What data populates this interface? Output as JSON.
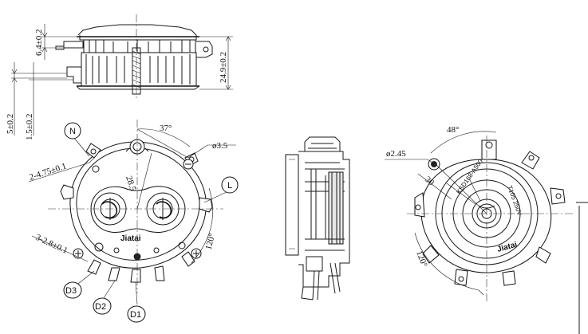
{
  "dimensions": {
    "top_height_6_4": "6.4±0.2",
    "total_height_24_9": "24.9±0.2",
    "left_5": "5±0.2",
    "left_1_5": "1.5±0.2",
    "angle_37": "37°",
    "dia_3_5": "ø3.5",
    "slot_2_4_75": "2-4.75±0.1",
    "r_28_5": "28.5",
    "angle_120_left": "120°",
    "pins_3_2_8": "3-2.8±0.1",
    "angle_48": "48°",
    "dia_2_45": "ø2.45",
    "r_30": "30",
    "angle_120_right": "120°"
  },
  "labels": {
    "n": "N",
    "l": "L",
    "d1": "D1",
    "d2": "D2",
    "d3": "D3"
  },
  "brand": "Jiatai",
  "rating_ring": [
    "KSD168-A500",
    "T105 250V"
  ],
  "brand_ring": "Jiatai"
}
